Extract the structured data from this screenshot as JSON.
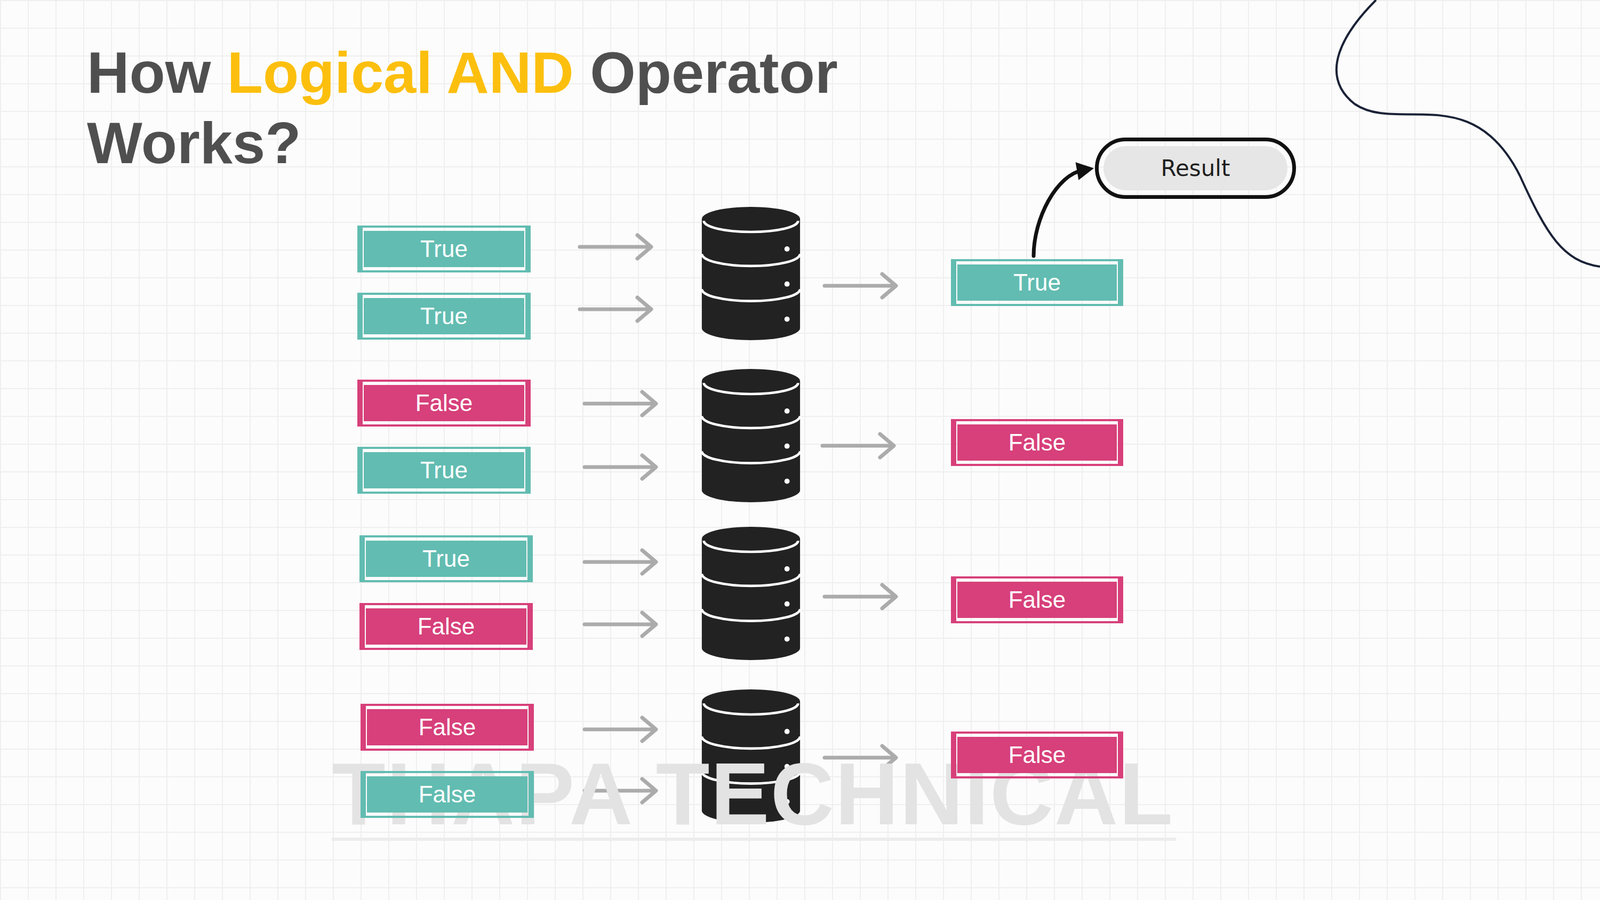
{
  "diagram": {
    "title": "How Logical AND Operator Works?",
    "nodes": [
      {
        "text": [
          "Result"
        ]
      },
      {
        "text": [
          "True"
        ]
      },
      {
        "text": [
          "True"
        ]
      },
      {
        "text": [
          "True"
        ]
      },
      {
        "text": [
          "False"
        ]
      },
      {
        "text": [
          "True"
        ]
      },
      {
        "text": [
          "False"
        ]
      },
      {
        "text": [
          "True"
        ]
      },
      {
        "text": [
          "False"
        ]
      },
      {
        "text": [
          "False"
        ]
      },
      {
        "text": [
          "False"
        ]
      },
      {
        "text": [
          "False"
        ]
      },
      {
        "text": [
          "False"
        ]
      }
    ],
    "edges": [
      {
        "from": 3,
        "to": 0,
        "arrow": "to"
      }
    ],
    "labels": [
      "THAPA TECHNICAL"
    ]
  }
}
